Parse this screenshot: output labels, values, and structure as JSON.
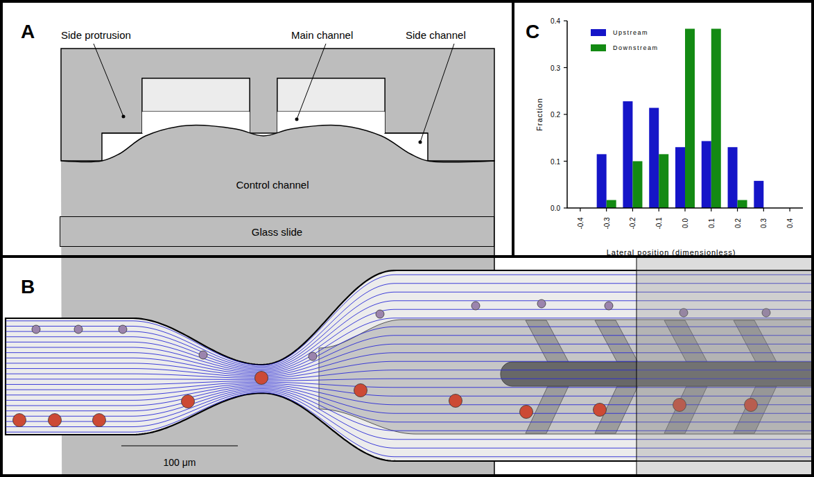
{
  "diagram": {
    "nodes": [
      {
        "text": [
          "A"
        ]
      },
      {
        "text": [
          "Glass slide"
        ],
        "in": 0
      },
      {
        "text": [
          "C"
        ]
      },
      {
        "text": [
          "B"
        ]
      }
    ],
    "labels": [
      "Side protrusion",
      "Main channel",
      "Side channel",
      "Control channel",
      "100 μm",
      "Fraction",
      "0.4",
      "0.3",
      "0.2",
      "0.1",
      "0.0",
      "-0.4",
      "-0.3",
      "-0.2",
      "-0.1",
      "0.0",
      "0.1",
      "0.2",
      "0.3",
      "0.4",
      "Lateral position (dimensionless)"
    ],
    "legend": [
      {
        "text": "Upstream",
        "color": "#1515c8"
      },
      {
        "text": "Downstream",
        "color": "#138a13"
      }
    ]
  }
}
